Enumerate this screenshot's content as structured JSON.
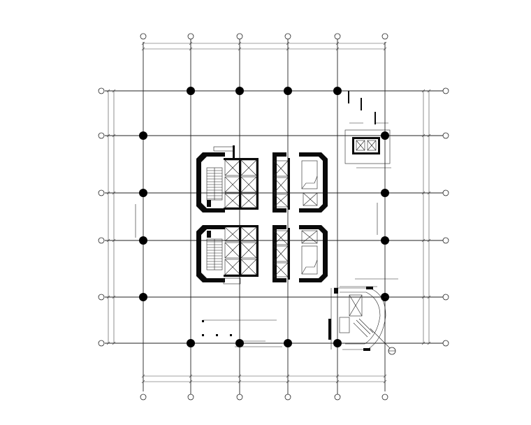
{
  "drawing": {
    "colors": {
      "line": "#222222",
      "column": "#000000",
      "background": "#ffffff"
    },
    "icons": [
      "grid-bubble",
      "column",
      "section-symbol"
    ]
  }
}
